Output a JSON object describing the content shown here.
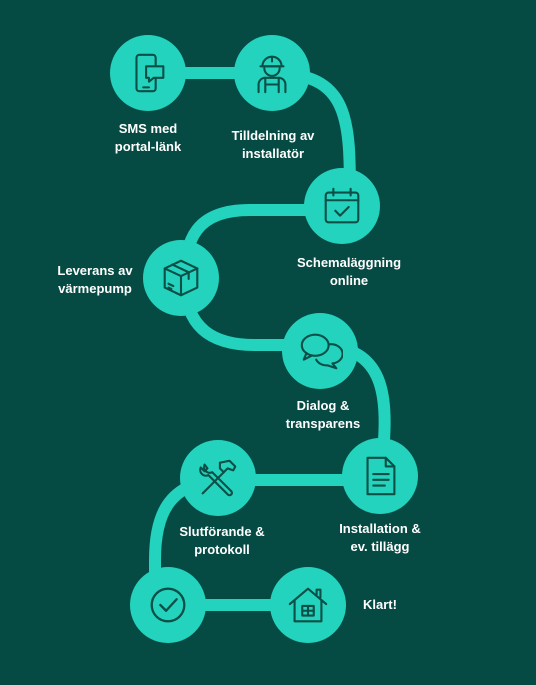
{
  "colors": {
    "background": "#064b43",
    "accent": "#23d3bd",
    "icon_stroke": "#0b4f47",
    "text": "#ffffff"
  },
  "steps": [
    {
      "label": "SMS med\nportal-länk",
      "icon": "phone-message-icon"
    },
    {
      "label": "Tilldelning av\ninstallatör",
      "icon": "worker-icon"
    },
    {
      "label": "Schemaläggning\nonline",
      "icon": "calendar-check-icon"
    },
    {
      "label": "Leverans av\nvärmepump",
      "icon": "box-icon"
    },
    {
      "label": "Dialog &\ntransparens",
      "icon": "chat-bubbles-icon"
    },
    {
      "label": "Installation &\nev. tillägg",
      "icon": "document-icon"
    },
    {
      "label": "Slutförande &\nprotokoll",
      "icon": "tools-icon"
    },
    {
      "label": "",
      "icon": "check-icon"
    },
    {
      "label": "Klart!",
      "icon": "house-icon"
    }
  ]
}
